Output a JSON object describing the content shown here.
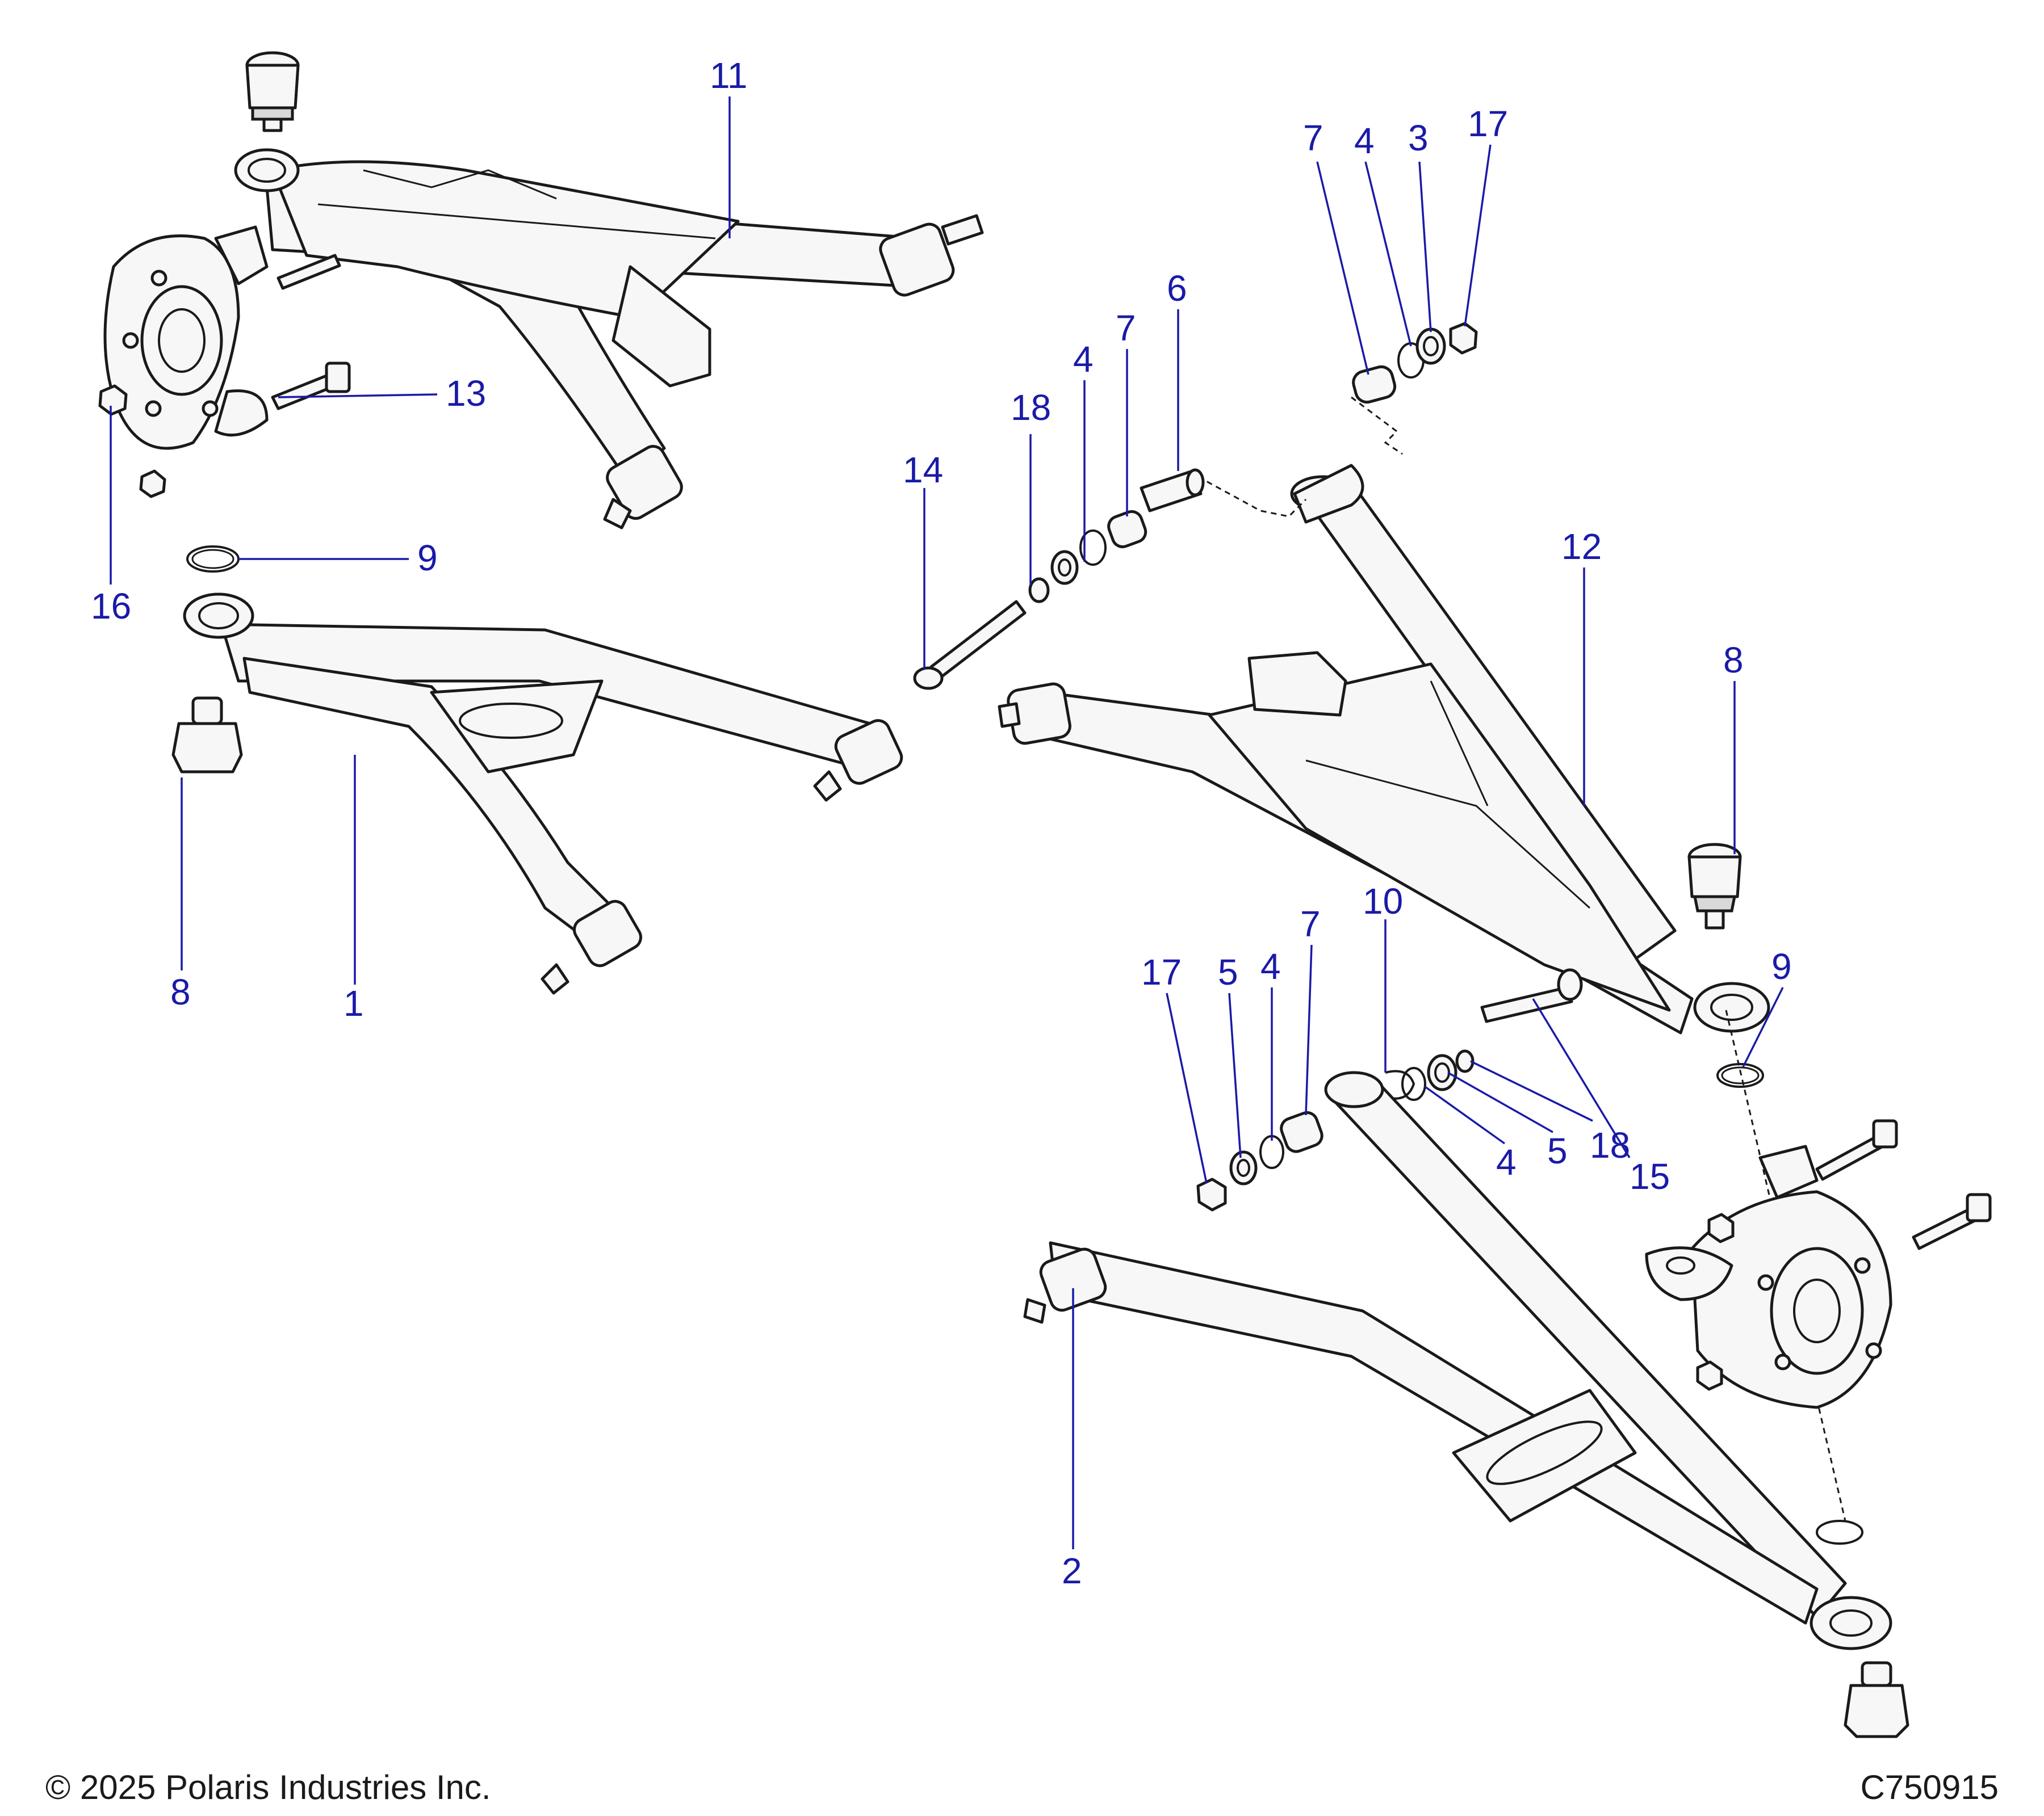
{
  "callouts": {
    "c1": "1",
    "c2": "2",
    "c3": "3",
    "c4a": "4",
    "c4b": "4",
    "c4c": "4",
    "c4d": "4",
    "c5a": "5",
    "c5b": "5",
    "c6": "6",
    "c7a": "7",
    "c7b": "7",
    "c7c": "7",
    "c8a": "8",
    "c8b": "8",
    "c9a": "9",
    "c9b": "9",
    "c10": "10",
    "c11": "11",
    "c12": "12",
    "c13": "13",
    "c14": "14",
    "c15": "15",
    "c16": "16",
    "c17a": "17",
    "c17b": "17",
    "c18a": "18",
    "c18b": "18"
  },
  "footer": {
    "copyright": "© 2025 Polaris Industries Inc.",
    "drawing_id": "C750915"
  }
}
